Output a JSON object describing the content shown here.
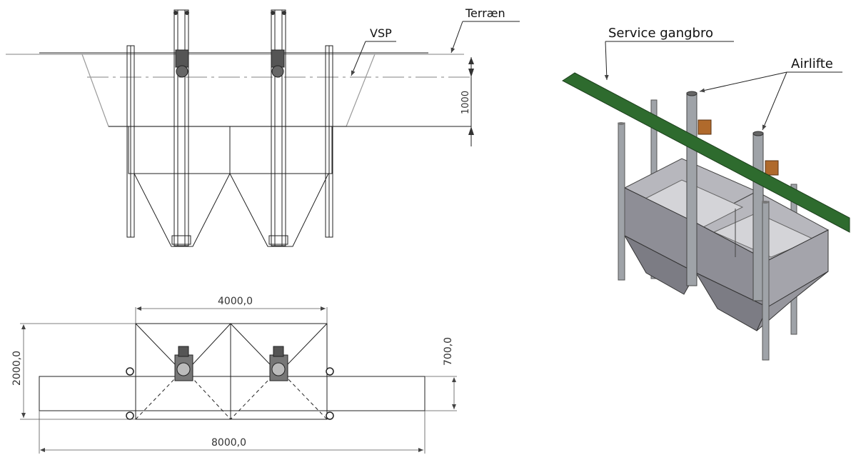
{
  "labels": {
    "terraen": "Terræn",
    "vsp": "VSP",
    "service": "Service gangbro",
    "airlifte": "Airlifte"
  },
  "dimensions": {
    "height_1000": "1000",
    "width_4000": "4000,0",
    "width_8000": "8000,0",
    "height_2000": "2000,0",
    "height_700": "700,0"
  },
  "colors": {
    "walkway": "#2e6b2e",
    "tank": "#8e8e96",
    "pipe": "#9fa3a8",
    "valve": "#b06a2c"
  }
}
